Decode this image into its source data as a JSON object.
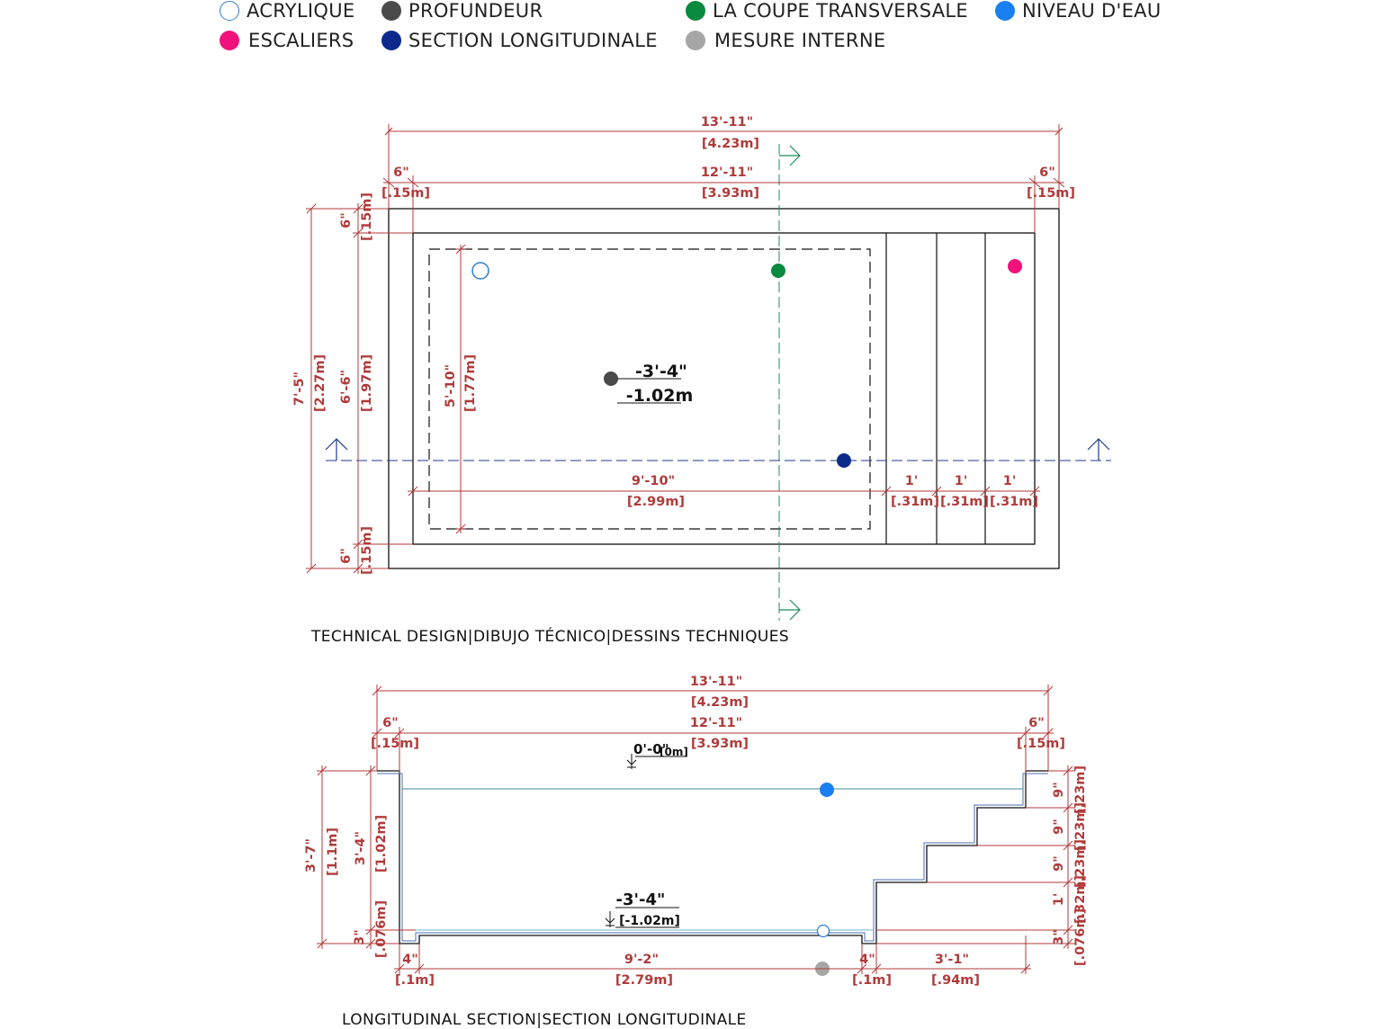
{
  "legend": {
    "items": [
      {
        "label": "ACRYLIQUE",
        "color": "#2f7fd0",
        "style": "ring"
      },
      {
        "label": "PROFUNDEUR",
        "color": "#4a4a4a",
        "style": "filled"
      },
      {
        "label": "LA COUPE TRANSVERSALE",
        "color": "#0a8a3e",
        "style": "filled"
      },
      {
        "label": "NIVEAU D'EAU",
        "color": "#1a7ff0",
        "style": "filled"
      },
      {
        "label": "ESCALIERS",
        "color": "#f0127a",
        "style": "filled"
      },
      {
        "label": "SECTION LONGITUDINALE",
        "color": "#0c2a8c",
        "style": "filled"
      },
      {
        "label": "MESURE INTERNE",
        "color": "#a6a6a6",
        "style": "filled"
      }
    ]
  },
  "plan": {
    "caption": "TECHNICAL DESIGN|DIBUJO TÉCNICO|DESSINS TECHNIQUES",
    "overall_length_ft": "13'-11\"",
    "overall_length_m": "[4.23m]",
    "inner_length_ft": "12'-11\"",
    "inner_length_m": "[3.93m]",
    "coping_left_ft": "6\"",
    "coping_left_m": "[.15m]",
    "coping_right_ft": "6\"",
    "coping_right_m": "[.15m]",
    "overall_width_ft": "7'-5\"",
    "overall_width_m": "[2.27m]",
    "inner_width_ft": "6'-6\"",
    "inner_width_m": "[1.97m]",
    "coping_top_ft": "6\"",
    "coping_top_m": "[.15m]",
    "coping_bottom_ft": "6\"",
    "coping_bottom_m": "[.15m]",
    "interior_width_ft": "5'-10\"",
    "interior_width_m": "[1.77m]",
    "floor_length_ft": "9'-10\"",
    "floor_length_m": "[2.99m]",
    "steps": [
      {
        "ft": "1'",
        "m": "[.31m]"
      },
      {
        "ft": "1'",
        "m": "[.31m]"
      },
      {
        "ft": "1'",
        "m": "[.31m]"
      }
    ],
    "depth_ft": "-3'-4\"",
    "depth_m": "-1.02m"
  },
  "section": {
    "caption": "LONGITUDINAL SECTION|SECTION LONGITUDINALE",
    "overall_length_ft": "13'-11\"",
    "overall_length_m": "[4.23m]",
    "inner_length_ft": "12'-11\"",
    "inner_length_m": "[3.93m]",
    "coping_left_ft": "6\"",
    "coping_left_m": "[.15m]",
    "coping_right_ft": "6\"",
    "coping_right_m": "[.15m]",
    "top_level": "0'-0\"",
    "top_level_m": "[0m]",
    "bottom_level_ft": "-3'-4\"",
    "bottom_level_m": "[-1.02m]",
    "total_height_ft": "3'-7\"",
    "total_height_m": "[1.1m]",
    "water_depth_ft": "3'-4\"",
    "water_depth_m": "[1.02m]",
    "base_ft": "3\"",
    "base_m": "[.076m]",
    "wall_left_ft": "4\"",
    "wall_left_m": "[.1m]",
    "floor_ft": "9'-2\"",
    "floor_m": "[2.79m]",
    "wall_right_ft": "4\"",
    "wall_right_m": "[.1m]",
    "stairs_run_ft": "3'-1\"",
    "stairs_run_m": "[.94m]",
    "risers": [
      {
        "ft": "9\"",
        "m": "[.23m]"
      },
      {
        "ft": "9\"",
        "m": "[.23m]"
      },
      {
        "ft": "9\"",
        "m": "[.23m]"
      },
      {
        "ft": "1'",
        "m": "[.32m]"
      },
      {
        "ft": "3\"",
        "m": "[.076m]"
      }
    ]
  }
}
